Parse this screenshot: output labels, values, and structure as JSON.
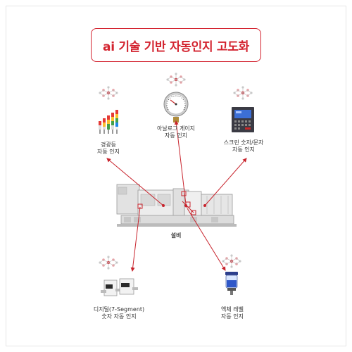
{
  "title": "ai 기술 기반 자동인지 고도화",
  "center_label": "설비",
  "nodes": {
    "tower_lamp": {
      "line1": "경광등",
      "line2": "자동 인지",
      "icon": "tower-lamp-icon"
    },
    "analog_gauge": {
      "line1": "아날로그 게이지",
      "line2": "자동 인지",
      "icon": "pressure-gauge-icon"
    },
    "screen_text": {
      "line1": "스크린 숫자/문자",
      "line2": "자동 인지",
      "icon": "hmi-screen-icon"
    },
    "seven_segment": {
      "line1": "디지털(7-Segment)",
      "line2": "숫자 자동 인지",
      "icon": "digital-display-icon"
    },
    "liquid_level": {
      "line1": "액체 레벨",
      "line2": "자동 인지",
      "icon": "liquid-tank-icon"
    }
  },
  "colors": {
    "accent": "#d3232f",
    "arrow": "#c8232c",
    "text": "#333333"
  }
}
